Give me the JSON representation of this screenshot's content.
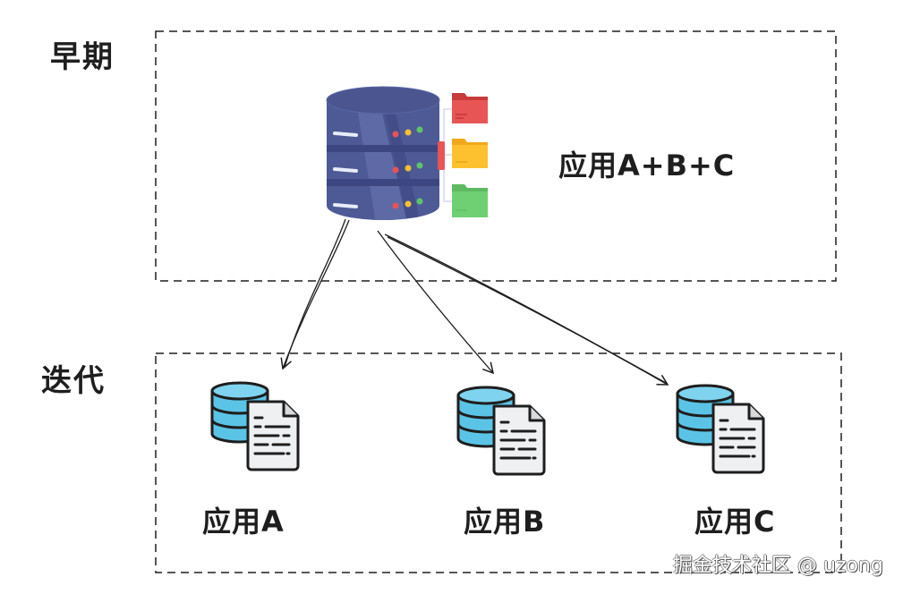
{
  "sections": {
    "early": {
      "label": "早期",
      "app_label": "应用A+B+C"
    },
    "iteration": {
      "label": "迭代",
      "apps": [
        {
          "label": "应用A"
        },
        {
          "label": "应用B"
        },
        {
          "label": "应用C"
        }
      ]
    }
  },
  "icons": {
    "main_server": "database-server-icon",
    "folders": [
      "red-folder-icon",
      "yellow-folder-icon",
      "green-folder-icon"
    ],
    "app_db": "database-document-icon"
  },
  "colors": {
    "server_body": "#4e5a96",
    "server_dark": "#3c4680",
    "folder_red": "#e85555",
    "folder_yellow": "#fdc02f",
    "folder_green": "#6fcf73",
    "db_blue": "#5bc4e6",
    "stroke": "#1e1e1e"
  },
  "watermark": "掘金技术社区 @ uzong"
}
